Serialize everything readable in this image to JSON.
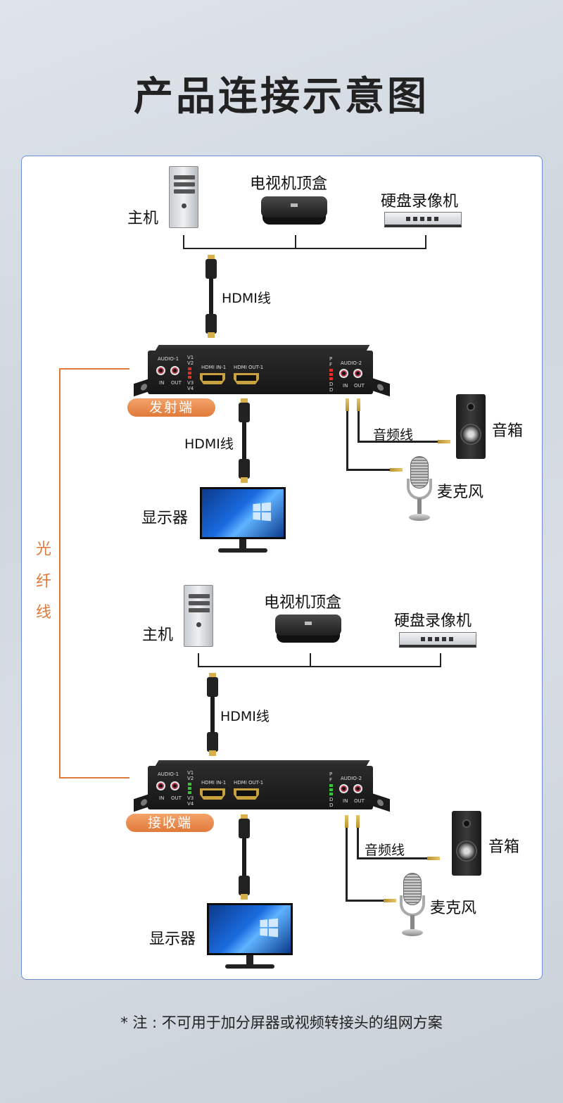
{
  "title": "产品连接示意图",
  "fiber_label": [
    "光",
    "纤",
    "线"
  ],
  "transmitter": {
    "badge": "发射端",
    "sources": {
      "pc": "主机",
      "tvbox": "电视机顶盒",
      "nvr": "硬盘录像机"
    },
    "hdmi_in_cable": "HDMI线",
    "hdmi_out_cable": "HDMI线",
    "audio_cable": "音频线",
    "speaker": "音箱",
    "microphone": "麦克风",
    "display": "显示器",
    "device": {
      "audio1": "AUDIO-1",
      "audio2": "AUDIO-2",
      "in": "IN",
      "out": "OUT",
      "hdmi_in": "HDMI IN-1",
      "hdmi_out": "HDMI OUT-1",
      "v_labels": [
        "V1",
        "V2",
        "V3",
        "V4"
      ],
      "p_labels": [
        "P",
        "F",
        "D",
        "D"
      ],
      "led_color": "#e0302a"
    }
  },
  "receiver": {
    "badge": "接收端",
    "sources": {
      "pc": "主机",
      "tvbox": "电视机顶盒",
      "nvr": "硬盘录像机"
    },
    "hdmi_in_cable": "HDMI线",
    "audio_cable": "音频线",
    "speaker": "音箱",
    "microphone": "麦克风",
    "display": "显示器",
    "device": {
      "audio1": "AUDIO-1",
      "audio2": "AUDIO-2",
      "in": "IN",
      "out": "OUT",
      "hdmi_in": "HDMI IN-1",
      "hdmi_out": "HDMI OUT-1",
      "v_labels": [
        "V1",
        "V2",
        "V3",
        "V4"
      ],
      "p_labels": [
        "P",
        "F",
        "D",
        "D"
      ],
      "led_color": "#3ac43a"
    }
  },
  "note": "* 注 : 不可用于加分屏器或视频转接头的组网方案",
  "colors": {
    "accent": "#e07a3a",
    "panel_border": "#6d8fd6"
  }
}
